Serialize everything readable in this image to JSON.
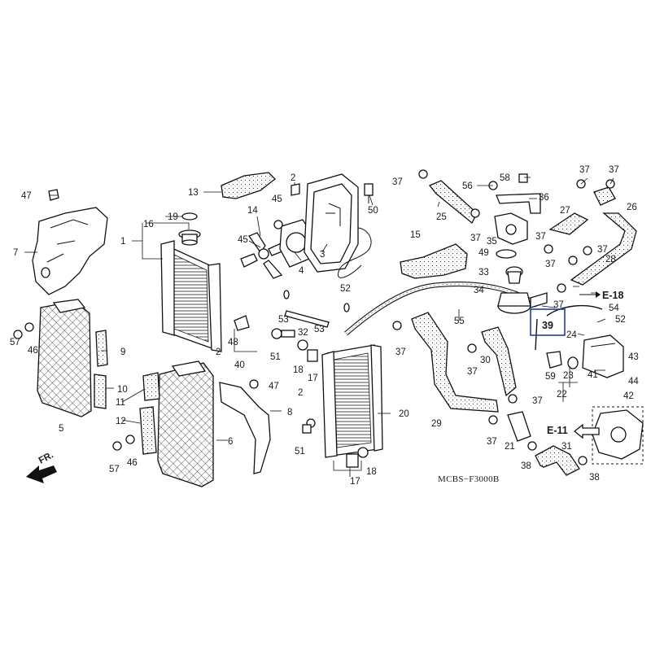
{
  "diagram_code": "MCBS−F3000B",
  "front_label": "FR.",
  "refs": {
    "e18": "E-18",
    "e11": "E-11"
  },
  "highlight_label": "39",
  "callouts": {
    "c1": "1",
    "c2a": "2",
    "c2b": "2",
    "c2c": "2",
    "c3": "3",
    "c4": "4",
    "c5": "5",
    "c6": "6",
    "c7": "7",
    "c8": "8",
    "c9": "9",
    "c10": "10",
    "c11": "11",
    "c12": "12",
    "c13": "13",
    "c14": "14",
    "c15": "15",
    "c16": "16",
    "c17a": "17",
    "c17b": "17",
    "c18a": "18",
    "c18b": "18",
    "c19": "19",
    "c20": "20",
    "c21": "21",
    "c22": "22",
    "c23": "23",
    "c24": "24",
    "c25": "25",
    "c26": "26",
    "c27": "27",
    "c28": "28",
    "c29": "29",
    "c30": "30",
    "c31": "31",
    "c32": "32",
    "c33": "33",
    "c34": "34",
    "c35": "35",
    "c36": "36",
    "c37a": "37",
    "c37b": "37",
    "c37c": "37",
    "c37d": "37",
    "c37e": "37",
    "c37f": "37",
    "c37g": "37",
    "c37h": "37",
    "c37i": "37",
    "c37j": "37",
    "c37k": "37",
    "c38a": "38",
    "c38b": "38",
    "c40": "40",
    "c41": "41",
    "c42": "42",
    "c43": "43",
    "c44": "44",
    "c45a": "45",
    "c45b": "45",
    "c46a": "46",
    "c46b": "46",
    "c47a": "47",
    "c47b": "47",
    "c48": "48",
    "c49": "49",
    "c50": "50",
    "c51a": "51",
    "c51b": "51",
    "c52a": "52",
    "c52b": "52",
    "c53a": "53",
    "c53b": "53",
    "c54": "54",
    "c55": "55",
    "c56": "56",
    "c57a": "57",
    "c57b": "57",
    "c58": "58",
    "c59": "59"
  },
  "colors": {
    "ink": "#111111",
    "highlight": "#1f3f9f",
    "paper": "#ffffff"
  }
}
